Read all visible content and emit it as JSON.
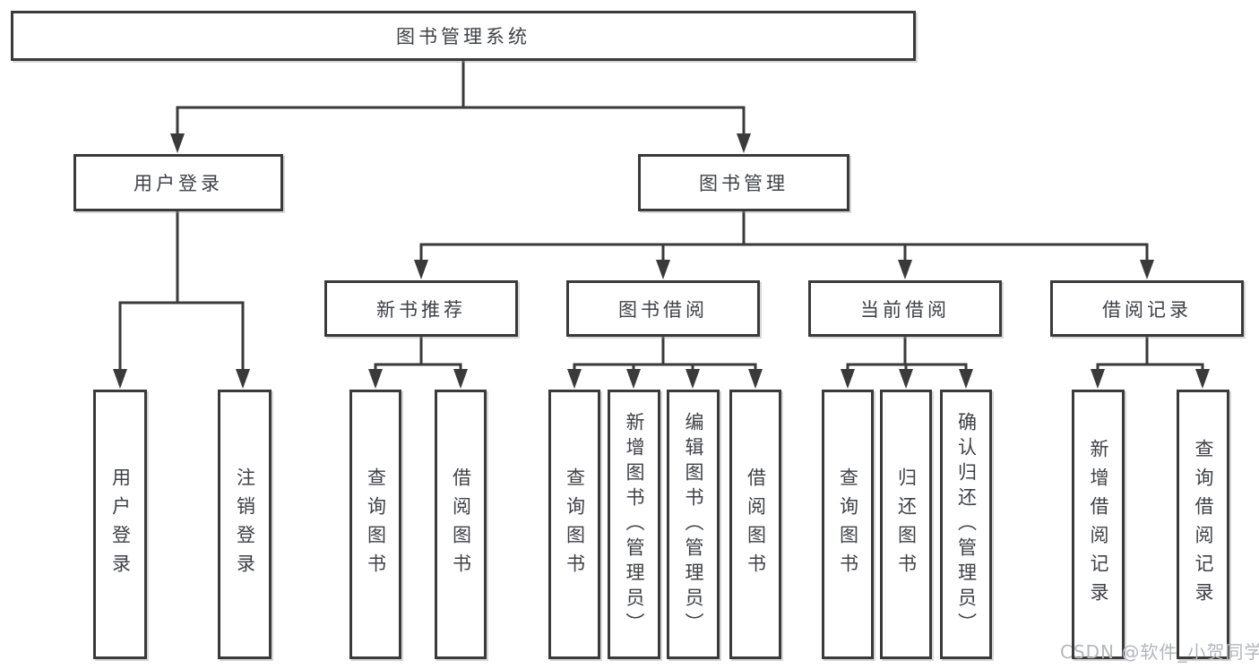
{
  "diagram": {
    "root": "图书管理系统",
    "branches": {
      "user_login": {
        "label": "用户登录",
        "children": [
          "用户登录",
          "注销登录"
        ]
      },
      "book_management": {
        "label": "图书管理"
      },
      "new_books": {
        "label": "新书推荐",
        "children": [
          "查询图书",
          "借阅图书"
        ]
      },
      "book_borrow": {
        "label": "图书借阅",
        "children": [
          "查询图书",
          "新增图书（管理员）",
          "编辑图书（管理员）",
          "借阅图书"
        ]
      },
      "current_borrow": {
        "label": "当前借阅",
        "children": [
          "查询图书",
          "归还图书",
          "确认归还（管理员）"
        ]
      },
      "borrow_records": {
        "label": "借阅记录",
        "children": [
          "新增借阅记录",
          "查询借阅记录"
        ]
      }
    },
    "watermark": "CSDN @软件_小贺同学"
  },
  "colors": {
    "line": "#3a3a3a",
    "text": "#3f4145",
    "watermark": "#b3b7bc"
  }
}
